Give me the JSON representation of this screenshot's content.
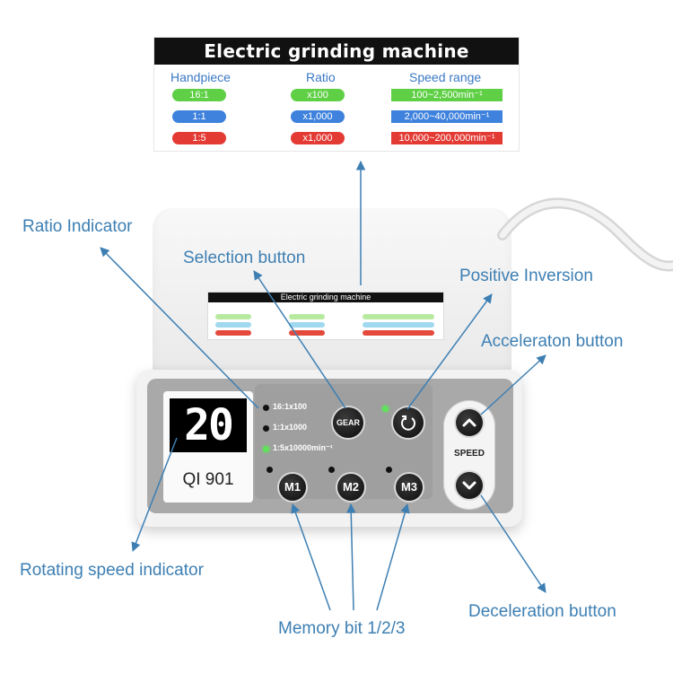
{
  "info_table": {
    "title": "Electric grinding machine",
    "headers": [
      "Handpiece",
      "Ratio",
      "Speed range"
    ],
    "rows": [
      {
        "handpiece": "16:1",
        "ratio": "x100",
        "speed": "100~2,500min⁻¹",
        "color": "#5fcf45"
      },
      {
        "handpiece": "1:1",
        "ratio": "x1,000",
        "speed": "2,000~40,000min⁻¹",
        "color": "#3f82dd"
      },
      {
        "handpiece": "1:5",
        "ratio": "x1,000",
        "speed": "10,000~200,000min⁻¹",
        "color": "#e33a34"
      }
    ]
  },
  "labels": {
    "ratio_indicator": "Ratio Indicator",
    "selection_button": "Selection button",
    "positive_inversion": "Positive Inversion",
    "acceleration_button": "Acceleraton button",
    "rotating_speed_indicator": "Rotating speed indicator",
    "memory_bit": "Memory bit 1/2/3",
    "deceleration_button": "Deceleration button"
  },
  "sticker": {
    "title": "Electric grinding machine"
  },
  "device": {
    "display_value": "20",
    "model": "QI 901",
    "ratio_options": [
      "16:1x100",
      "1:1x1000",
      "1:5x10000min⁻¹"
    ],
    "active_ratio_index": 2,
    "gear_label": "GEAR",
    "memory_labels": [
      "M1",
      "M2",
      "M3"
    ],
    "speed_label": "SPEED"
  },
  "colors": {
    "label_blue": "#3d7fb3",
    "indicator_green": "#5fe35a"
  }
}
